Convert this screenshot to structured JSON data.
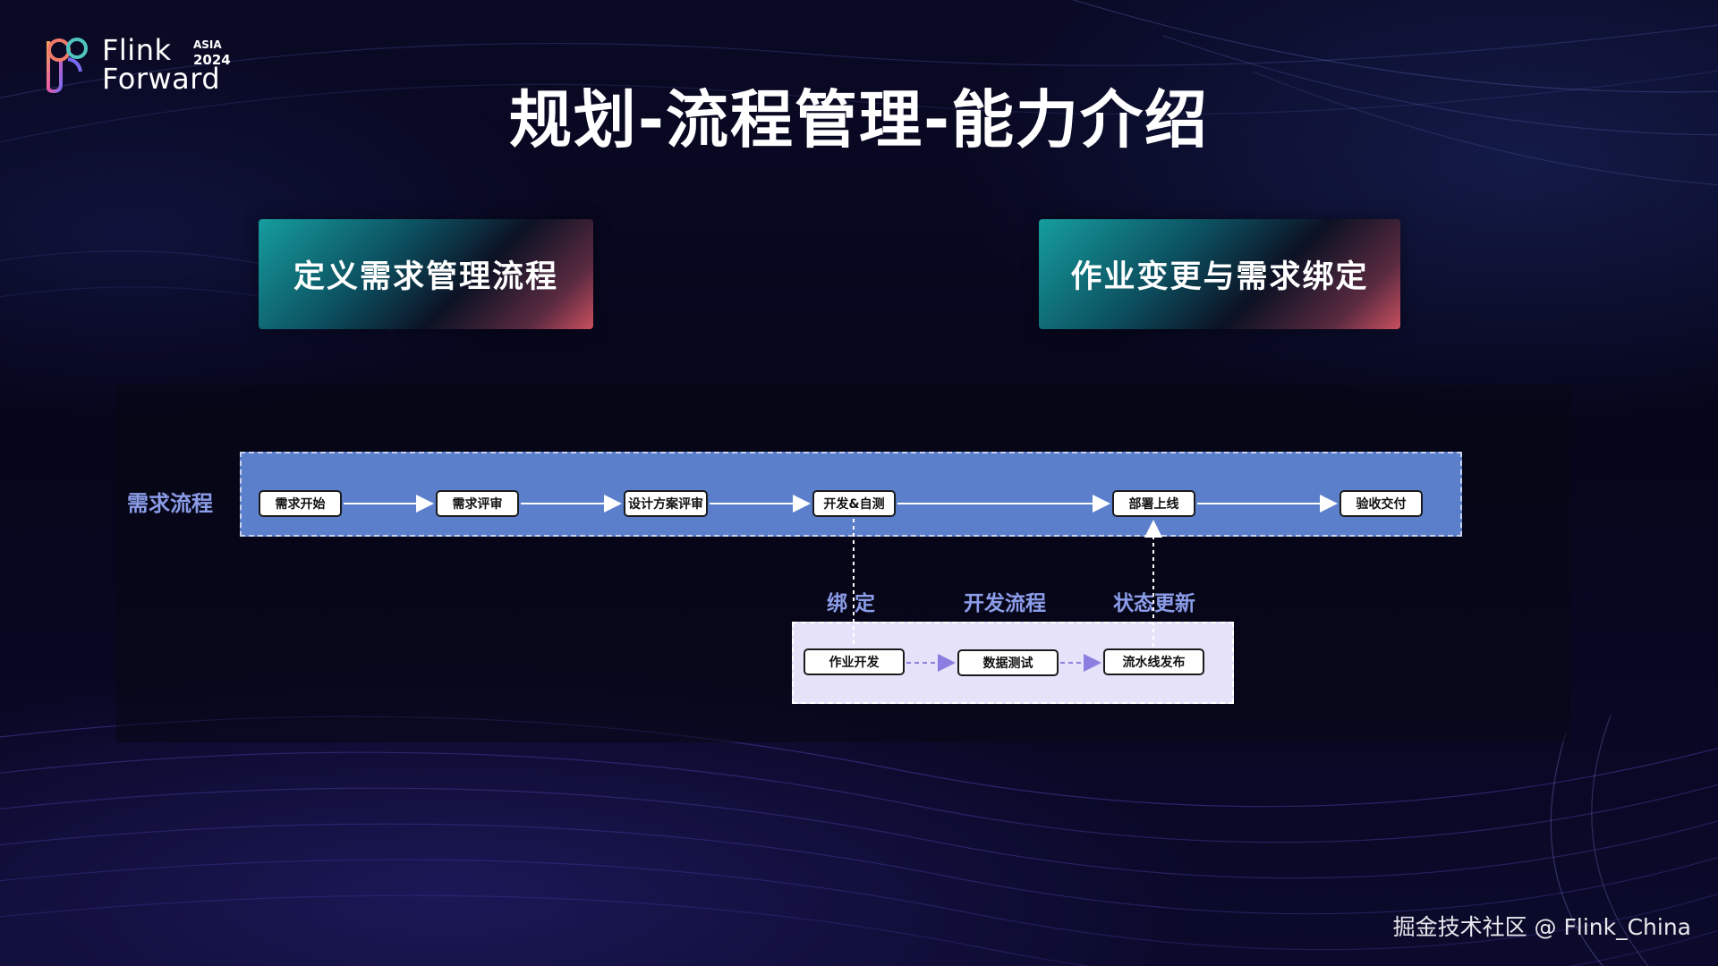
{
  "logo": {
    "line1": "Flink",
    "line2": "Forward",
    "region": "ASIA",
    "year": "2024"
  },
  "title": "规划-流程管理-能力介绍",
  "capabilities": {
    "left": "定义需求管理流程",
    "right": "作业变更与需求绑定"
  },
  "requirement_flow": {
    "label": "需求流程",
    "steps": [
      "需求开始",
      "需求评审",
      "设计方案评审",
      "开发&自测",
      "部署上线",
      "验收交付"
    ]
  },
  "dev_flow": {
    "bind_label": "绑 定",
    "flow_label": "开发流程",
    "status_label": "状态更新",
    "steps": [
      "作业开发",
      "数据测试",
      "流水线发布"
    ]
  },
  "watermark": "掘金技术社区 @ Flink_China",
  "colors": {
    "band": "#5c7fcb",
    "label": "#8b9ce8",
    "subbox": "#e5e2f9"
  }
}
